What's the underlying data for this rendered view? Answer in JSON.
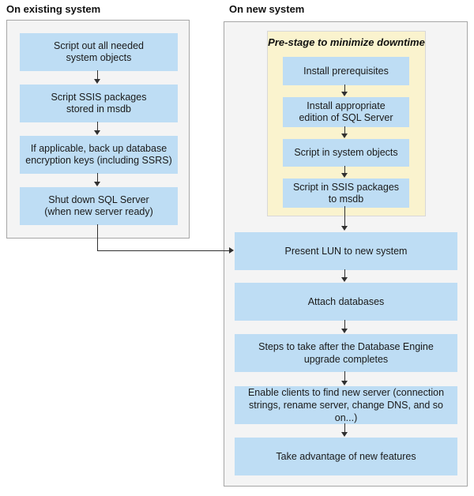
{
  "colors": {
    "page_background": "#ffffff",
    "panel_background": "#f4f4f4",
    "panel_border": "#a6a6a6",
    "step_box_blue": "#beddf4",
    "prestage_yellow": "#faf3ce",
    "prestage_border": "#d8d8d8",
    "arrow_color": "#303030",
    "text_color": "#1a1a1a"
  },
  "existing_system": {
    "header": "On existing system",
    "steps": [
      "Script out all needed\nsystem objects",
      "Script SSIS packages\nstored in msdb",
      "If applicable, back up database\nencryption keys (including SSRS)",
      "Shut down SQL Server\n(when new server ready)"
    ]
  },
  "new_system": {
    "header": "On new system",
    "prestage": {
      "title": "Pre-stage to minimize downtime",
      "steps": [
        "Install prerequisites",
        "Install appropriate\nedition of SQL Server",
        "Script in system objects",
        "Script in SSIS packages\nto msdb"
      ]
    },
    "steps": [
      "Present LUN to new system",
      "Attach databases",
      "Steps to take after the Database Engine\nupgrade completes",
      "Enable clients to find new server (connection\nstrings, rename server, change DNS, and so on...)",
      "Take advantage of new features"
    ]
  }
}
